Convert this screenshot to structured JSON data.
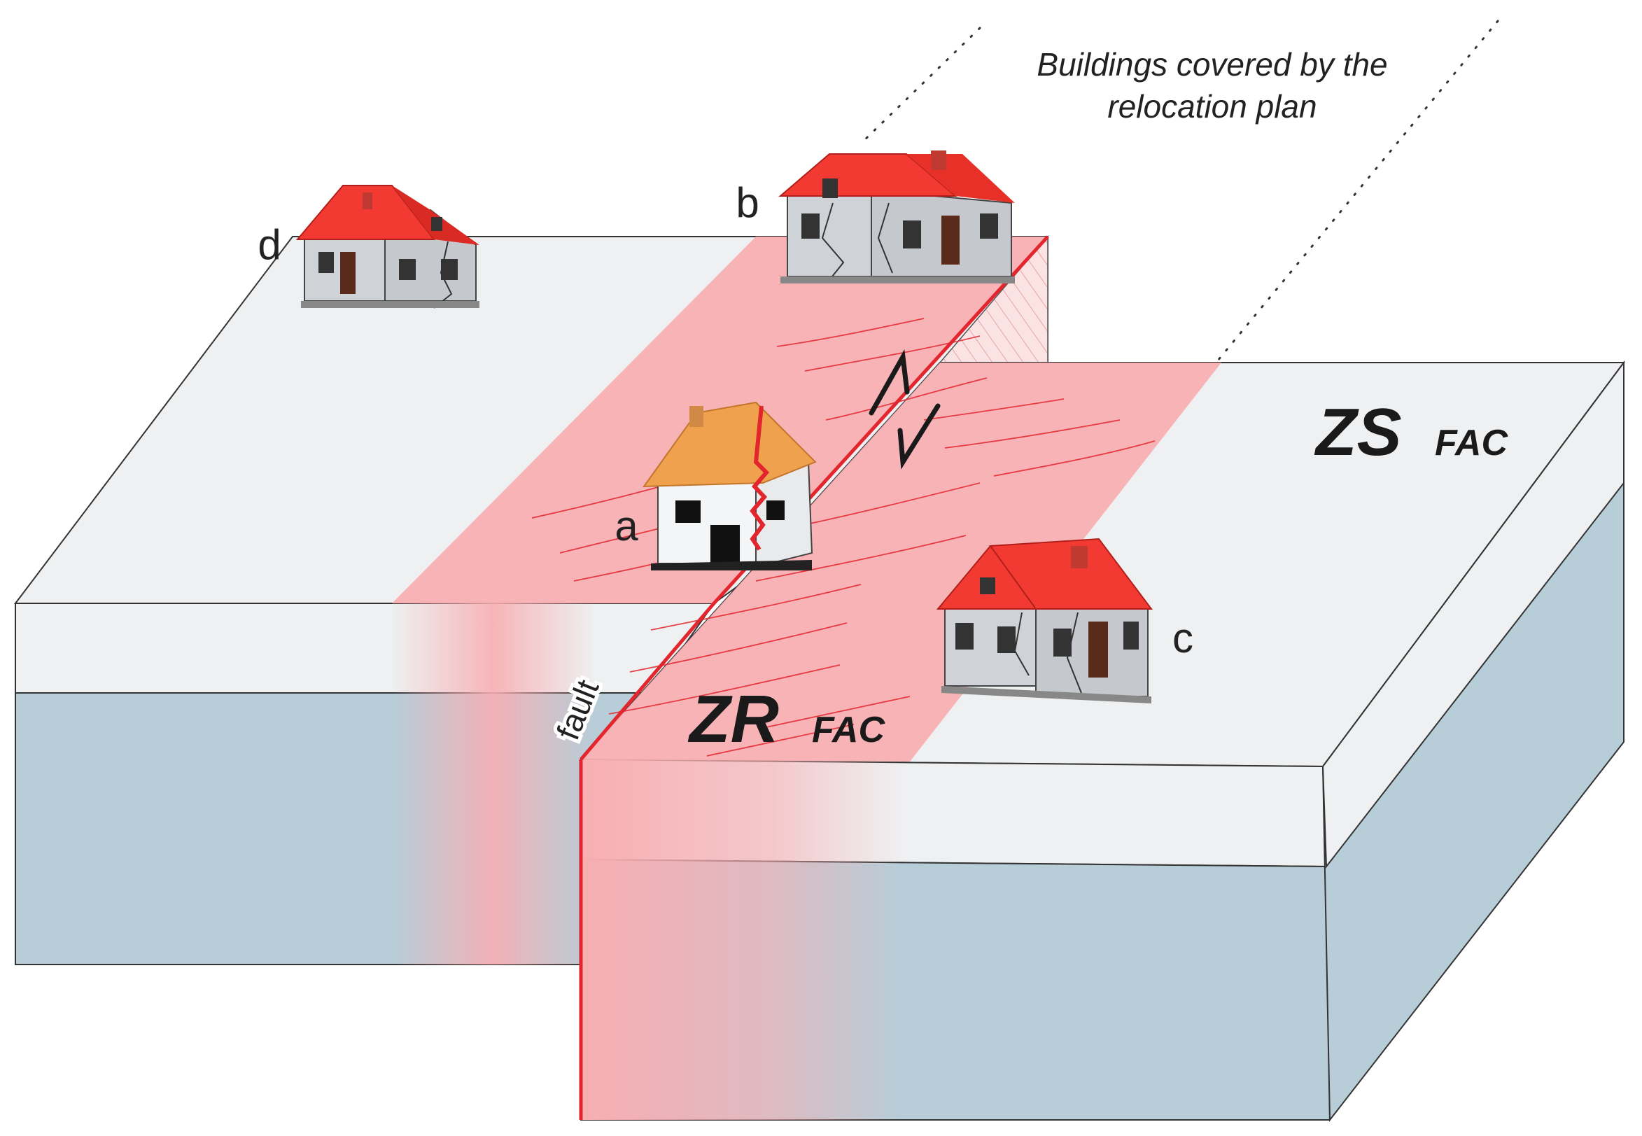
{
  "annotation": {
    "line1": "Buildings covered by the",
    "line2": "relocation plan"
  },
  "houses": {
    "a": "a",
    "b": "b",
    "c": "c",
    "d": "d"
  },
  "fault_label": "fault",
  "zones": {
    "zs_main": "ZS",
    "zs_sub": "FAC",
    "zr_main": "ZR",
    "zr_sub": "FAC"
  },
  "colors": {
    "top_surface": "#eff0f1",
    "front_band": "#eef0f1",
    "lower_layer": "#b7cdd8",
    "fault_zone": "#f8aeb2",
    "fault_line": "#e3262e",
    "roof_red": "#f23a33",
    "roof_orange": "#f0a14e",
    "wall_grey": "#cfd2d6"
  }
}
